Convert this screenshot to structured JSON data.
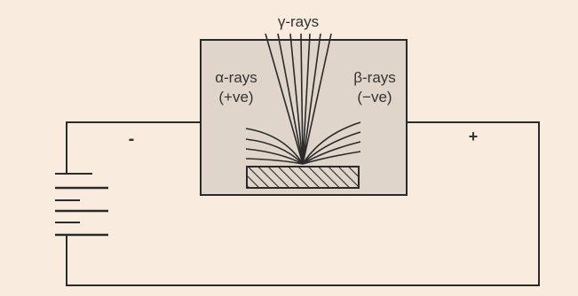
{
  "labels": {
    "gamma": "γ-rays",
    "alpha_line1": "α-rays",
    "alpha_line2": "(+ve)",
    "beta_line1": "β-rays",
    "beta_line2": "(−ve)",
    "minus_sign": "-",
    "plus_sign": "+"
  },
  "colors": {
    "background": "#f9ecdf",
    "chamber_fill": "#e0d5cb",
    "line": "#2a2a2a",
    "text": "#333333"
  }
}
